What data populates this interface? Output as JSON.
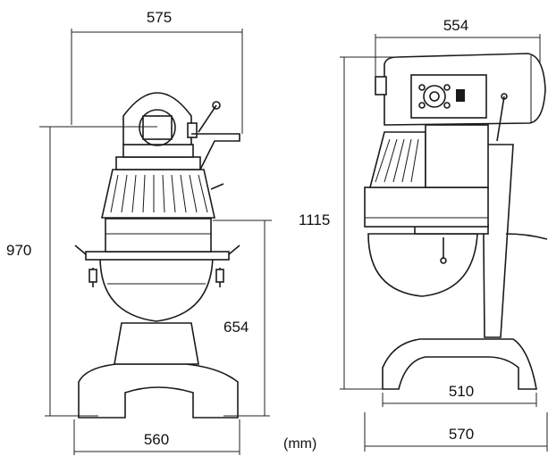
{
  "front_view": {
    "top_width": "575",
    "height": "970",
    "bowl_height": "654",
    "base_width": "560"
  },
  "side_view": {
    "top_depth": "554",
    "height": "1115",
    "base_depth_inner": "510",
    "base_depth": "570"
  },
  "unit_label": "(mm)",
  "colors": {
    "line": "#1a1a1a",
    "background": "#ffffff"
  }
}
